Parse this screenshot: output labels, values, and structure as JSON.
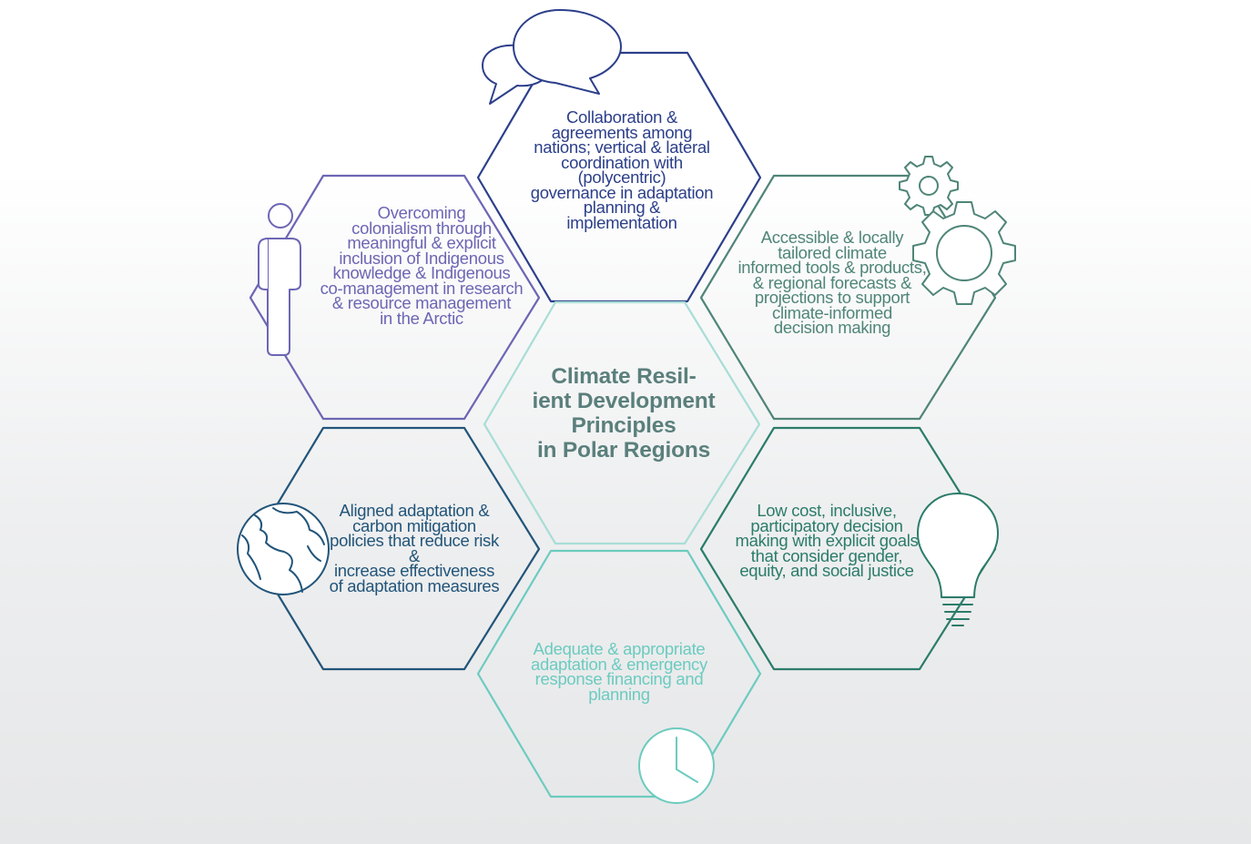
{
  "center": {
    "title": "Climate Resil-\nient Development\nPrinciples\nin Polar Regions",
    "color": "#5a7f7c"
  },
  "principles": [
    {
      "id": "top",
      "text": "Collaboration &\nagreements among\nnations; vertical & lateral\ncoordination with (polycentric)\ngovernance in adaptation\nplanning &\nimplementation",
      "color": "#2c3f8a",
      "icon": "speech-bubbles-icon"
    },
    {
      "id": "upper-left",
      "text": "Overcoming\ncolonialism through\nmeaningful & explicit\ninclusion of Indigenous\nknowledge & Indigenous\nco-management in research\n& resource management\nin the Arctic",
      "color": "#6c66b4",
      "icon": "person-icon"
    },
    {
      "id": "upper-right",
      "text": "Accessible & locally\ntailored climate\ninformed tools & products,\n& regional forecasts &\nprojections to support\nclimate-informed\ndecision making",
      "color": "#4f8578",
      "icon": "gears-icon"
    },
    {
      "id": "lower-left",
      "text": "Aligned adaptation &\ncarbon mitigation\npolicies that reduce risk &\nincrease effectiveness\nof adaptation measures",
      "color": "#22557a",
      "icon": "globe-icon"
    },
    {
      "id": "lower-right",
      "text": "Low cost, inclusive,\nparticipatory decision\nmaking with explicit goals\nthat consider gender,\nequity, and social justice",
      "color": "#2b7c6a",
      "icon": "lightbulb-icon"
    },
    {
      "id": "bottom",
      "text": "Adequate & appropriate\nadaptation & emergency\nresponse financing and\nplanning",
      "color": "#6ccbc0",
      "icon": "clock-icon"
    }
  ],
  "colors": {
    "center_hex": "#a8ddd6"
  }
}
